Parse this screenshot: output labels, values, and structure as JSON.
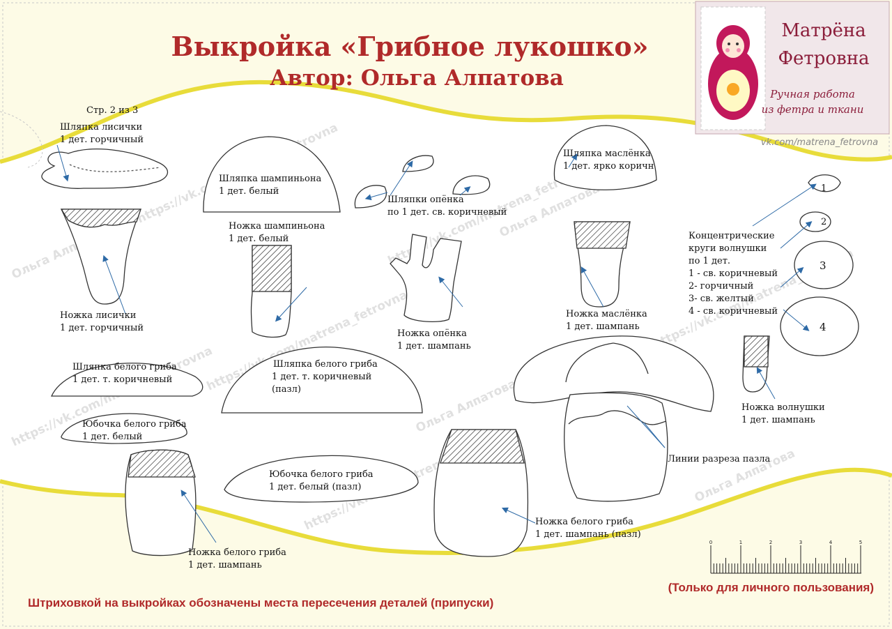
{
  "header": {
    "title": "Выкройка  «Грибное лукошко»",
    "author": "Автор: Ольга Алпатова"
  },
  "logo": {
    "line1": "Матрёна",
    "line2": "Фетровна",
    "tagline1": "Ручная работа",
    "tagline2": "из фетра и ткани",
    "url": "vk.com/matrena_fetrovna"
  },
  "watermark": {
    "text1": "Ольга Алпатова",
    "text2": "https://vk.com/matrena_fetrovna"
  },
  "page_label": "Стр. 2 из 3",
  "labels": {
    "chanterelle_cap": [
      "Шляпка лисички",
      "1 дет. горчичный"
    ],
    "chanterelle_stem": [
      "Ножка лисички",
      "1 дет.  горчичный"
    ],
    "champignon_cap": [
      "Шляпка шампиньона",
      "1 дет. белый"
    ],
    "champignon_stem": [
      "Ножка шампиньона",
      "1 дет. белый"
    ],
    "honey_caps": [
      "Шляпки опёнка",
      "по 1 дет. св. коричневый"
    ],
    "honey_stem": [
      "Ножка опёнка",
      "1 дет. шампань"
    ],
    "butter_cap": [
      "Шляпка маслёнка",
      "1 дет. ярко коричн"
    ],
    "butter_stem": [
      "Ножка маслёнка",
      "1 дет. шампань"
    ],
    "circles": [
      "Концентрические",
      "круги волнушки",
      "по 1 дет.",
      "1 - св. коричневый",
      "2- горчичный",
      "3- св. желтый",
      "4 - св. коричневый"
    ],
    "circle_numbers": [
      "1",
      "2",
      "3",
      "4"
    ],
    "volnushka_stem": [
      "Ножка волнушки",
      "1 дет. шампань"
    ],
    "porcini_cap_small": [
      "Шляпка белого гриба",
      "1 дет. т. коричневый"
    ],
    "porcini_cap_big": [
      "Шляпка белого гриба",
      "1 дет. т. коричневый",
      "(пазл)"
    ],
    "porcini_skirt_small": [
      "Юбочка белого гриба",
      "1 дет.  белый"
    ],
    "porcini_skirt_big": [
      "Юбочка белого гриба",
      "1 дет.  белый (пазл)"
    ],
    "porcini_stem_small": [
      "Ножка белого гриба",
      "1 дет. шампань"
    ],
    "porcini_stem_big": [
      "Ножка белого гриба",
      "1 дет. шампань (пазл)"
    ],
    "puzzle_lines": [
      "Линии разреза пазла"
    ]
  },
  "ruler": {
    "ticks": [
      "0",
      "1",
      "2",
      "3",
      "4",
      "5"
    ]
  },
  "footer": {
    "personal_use": "(Только для личного пользования)",
    "hatching_note": "Штриховкой на выкройках обозначены места пересечения деталей (припуски)"
  },
  "colors": {
    "background": "#fdfbe6",
    "title": "#b02a2a",
    "wave": "#e8dc3a",
    "arrow": "#2e6aa6"
  }
}
